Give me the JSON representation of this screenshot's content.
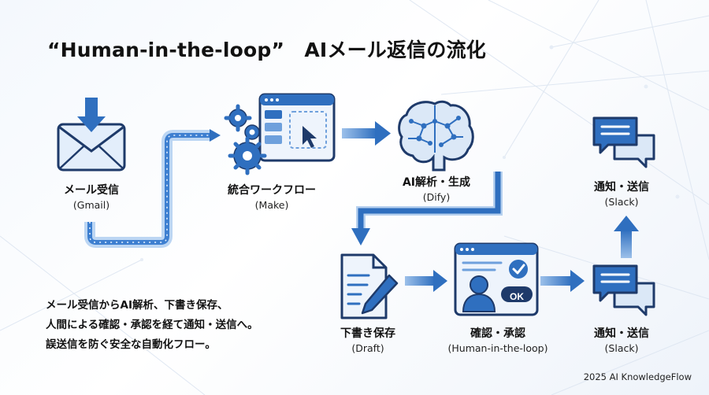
{
  "title": "“Human-in-the-loop”　AIメール返信の流化",
  "nodes": {
    "mail_receive": {
      "label": "メール受信",
      "sub": "(Gmail)"
    },
    "workflow": {
      "label": "統合ワークフロー",
      "sub": "(Make)"
    },
    "ai": {
      "label": "AI解析・生成",
      "sub": "(Dify)"
    },
    "notify_top": {
      "label": "通知・送信",
      "sub": "(Slack)"
    },
    "draft": {
      "label": "下書き保存",
      "sub": "(Draft)"
    },
    "approve": {
      "label": "確認・承認",
      "sub": "(Human-in-the-loop)",
      "ok_text": "OK"
    },
    "notify_bottom": {
      "label": "通知・送信",
      "sub": "(Slack)"
    }
  },
  "description": [
    "メール受信からAI解析、下書き保存、",
    "人間による確認・承認を経て通知・送信へ。",
    "誤送信を防ぐ安全な自動化フロー。"
  ],
  "footer": "2025 AI KnowledgeFlow",
  "colors": {
    "accent": "#2f6fbf",
    "dark": "#1e3a6a",
    "light": "#dbe8f7"
  }
}
